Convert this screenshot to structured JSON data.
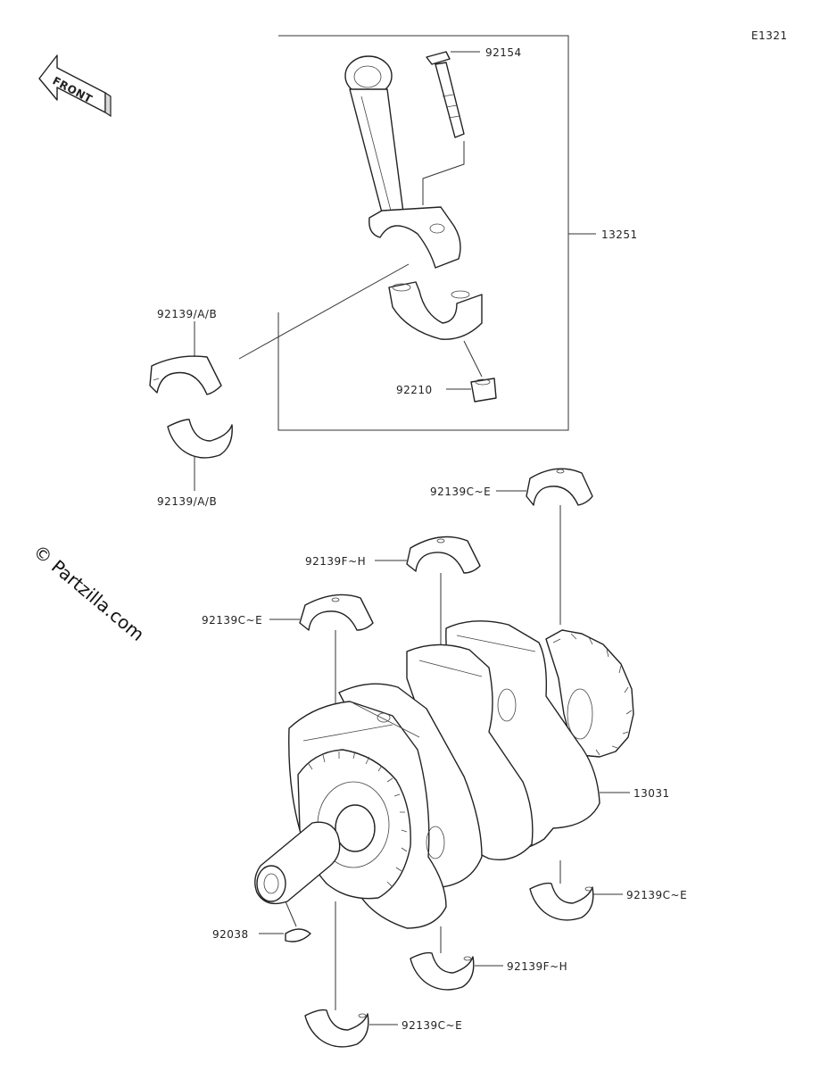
{
  "diagram_code": "E1321",
  "front_arrow_label": "FRONT",
  "watermark": "© Partzilla.com",
  "callouts": {
    "bolt": "92154",
    "rod_assembly": "13251",
    "upper_rod_bearing": "92139/A/B",
    "lower_rod_bearing": "92139/A/B",
    "nut": "92210",
    "main_bearing_top_right": "92139C~E",
    "main_bearing_top_mid": "92139F~H",
    "main_bearing_top_left": "92139C~E",
    "crankshaft": "13031",
    "main_bearing_bottom_right": "92139C~E",
    "key": "92038",
    "main_bearing_bottom_mid": "92139F~H",
    "main_bearing_bottom_left": "92139C~E"
  },
  "colors": {
    "line": "#222222",
    "fill": "#ffffff",
    "shade": "#d9d9d9"
  }
}
